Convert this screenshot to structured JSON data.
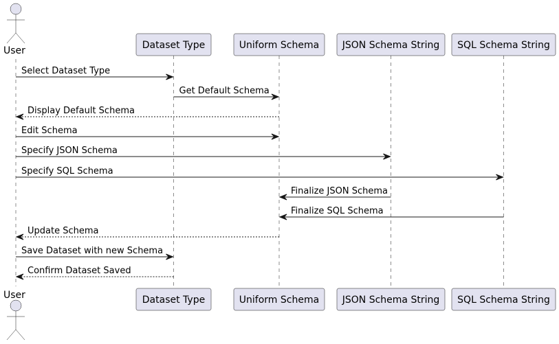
{
  "participants": [
    {
      "id": "user",
      "kind": "actor",
      "label": "User"
    },
    {
      "id": "dataset_type",
      "kind": "participant",
      "label": "Dataset Type"
    },
    {
      "id": "uniform_schema",
      "kind": "participant",
      "label": "Uniform Schema"
    },
    {
      "id": "json_schema_string",
      "kind": "participant",
      "label": "JSON Schema String"
    },
    {
      "id": "sql_schema_string",
      "kind": "participant",
      "label": "SQL Schema String"
    }
  ],
  "messages": [
    {
      "from": "user",
      "to": "dataset_type",
      "label": "Select Dataset Type",
      "style": "solid"
    },
    {
      "from": "dataset_type",
      "to": "uniform_schema",
      "label": "Get Default Schema",
      "style": "solid"
    },
    {
      "from": "uniform_schema",
      "to": "user",
      "label": "Display Default Schema",
      "style": "dashed"
    },
    {
      "from": "user",
      "to": "uniform_schema",
      "label": "Edit Schema",
      "style": "solid"
    },
    {
      "from": "user",
      "to": "json_schema_string",
      "label": "Specify JSON Schema",
      "style": "solid"
    },
    {
      "from": "user",
      "to": "sql_schema_string",
      "label": "Specify SQL Schema",
      "style": "solid"
    },
    {
      "from": "json_schema_string",
      "to": "uniform_schema",
      "label": "Finalize JSON Schema",
      "style": "solid"
    },
    {
      "from": "sql_schema_string",
      "to": "uniform_schema",
      "label": "Finalize SQL Schema",
      "style": "solid"
    },
    {
      "from": "uniform_schema",
      "to": "user",
      "label": "Update Schema",
      "style": "dashed"
    },
    {
      "from": "user",
      "to": "dataset_type",
      "label": "Save Dataset with new Schema",
      "style": "solid"
    },
    {
      "from": "dataset_type",
      "to": "user",
      "label": "Confirm Dataset Saved",
      "style": "dashed"
    }
  ],
  "colors": {
    "participant_fill": "#e2e2f0",
    "stroke": "#181818",
    "background": "#ffffff"
  }
}
